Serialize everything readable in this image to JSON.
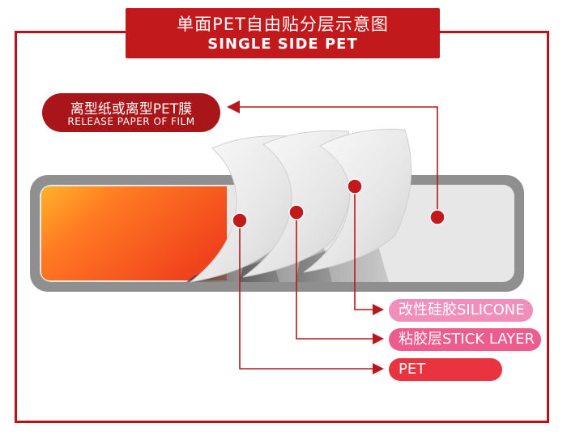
{
  "title": {
    "cn": "单面PET自由贴分层示意图",
    "en": "SINGLE SIDE PET"
  },
  "release_label": {
    "cn": "离型纸或离型PET膜",
    "en": "RELEASE PAPER OF FILM"
  },
  "layers": [
    {
      "label": "改性硅胶SILICONE",
      "color": "#f090ba"
    },
    {
      "label": "粘胶层STICK LAYER",
      "color": "#ee5b8d"
    },
    {
      "label": "PET",
      "color": "#e9343f"
    }
  ],
  "colors": {
    "frame": "#b5141b",
    "title_bg": "#c21a1c",
    "release_bg": "#a8161a",
    "connector": "#b8171c",
    "bar_border": "#8f8f8f"
  }
}
